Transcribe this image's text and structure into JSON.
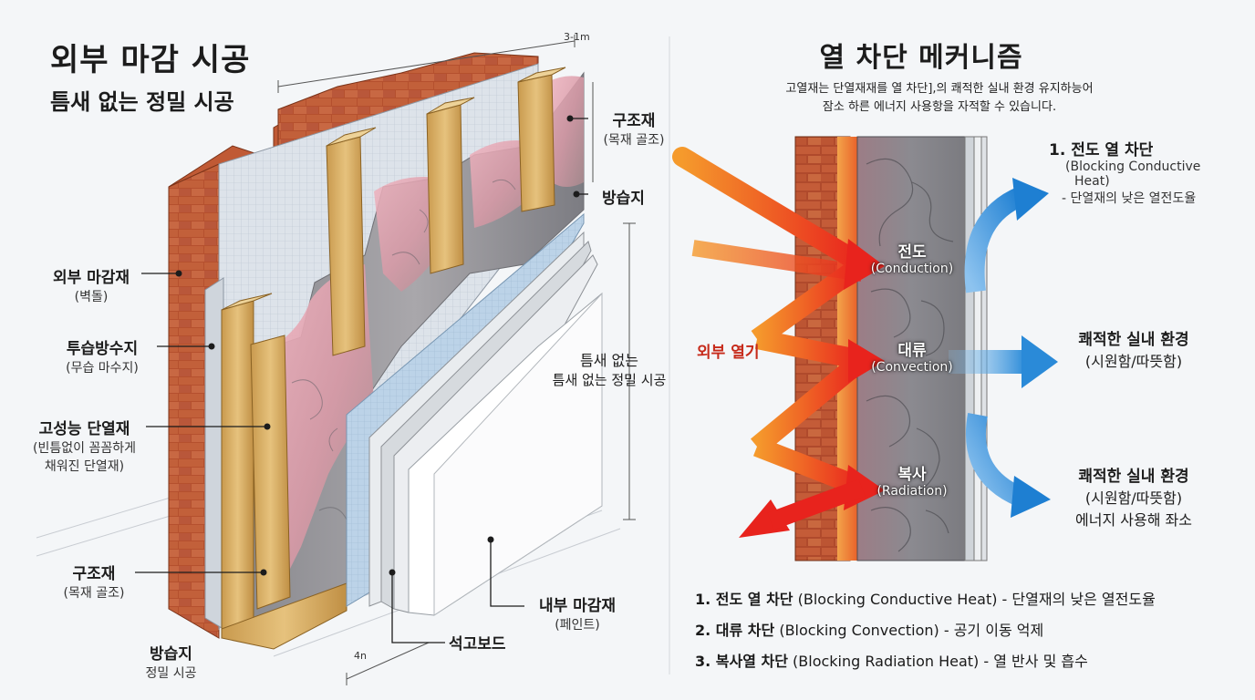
{
  "left": {
    "title": "외부 마감 시공",
    "subtitle": "틈새 없는 정밀 시공",
    "dimension_top": "3-1m",
    "dimension_bottom": "4n",
    "labels": {
      "structure_top": {
        "title": "구조재",
        "sub": "(목재 골조)"
      },
      "vapor_top": {
        "title": "방습지"
      },
      "exterior_finish": {
        "title": "외부 마감재",
        "sub": "(벽돌)"
      },
      "membrane": {
        "title": "투습방수지",
        "sub": "(무습 마수지)"
      },
      "insulation": {
        "title": "고성능 단열재",
        "sub1": "(빈틈없이 꼼꼼하게",
        "sub2": "채워진 단열재)"
      },
      "seamless": {
        "title": "틈새 없는",
        "sub": "틈새 없는 정밀 시공"
      },
      "structure_bottom": {
        "title": "구조재",
        "sub": "(목재 골조)"
      },
      "vapor_bottom": {
        "title": "방습지",
        "sub": "정밀 시공"
      },
      "gypsum": {
        "title": "석고보드"
      },
      "interior_finish": {
        "title": "내부 마감재",
        "sub": "(페인트)"
      }
    }
  },
  "right": {
    "title": "열 차단 메커니즘",
    "desc_line1": "고열재는 단열재재를 열 차단],의 쾌적한 실내 환경 유지하능어",
    "desc_line2": "잠소 하른 에너지 사용항을 자적할 수 있습니다.",
    "external_heat": "외부 열기",
    "mechanisms": [
      {
        "ko": "전도",
        "en": "(Conduction)"
      },
      {
        "ko": "대류",
        "en": "(Convection)"
      },
      {
        "ko": "복사",
        "en": "(Radiation)"
      }
    ],
    "callout1": {
      "title": "1. 전도 열 차단",
      "sub1": "(Blocking Conductive",
      "sub2": "Heat)",
      "sub3": "- 단열재의 낮은 열전도율"
    },
    "callout2": {
      "title": "쾌적한 실내 환경",
      "sub1": "(시원함/따뜻함)"
    },
    "callout3": {
      "title": "쾌적한 실내 환경",
      "sub1": "(시원함/따뜻함)",
      "sub2": "에너지 사용해 좌소"
    },
    "list": [
      {
        "head": "1. 전도 열 차단",
        "rest": " (Blocking Conductive Heat) - 단열재의 낮은 열전도율"
      },
      {
        "head": "2. 대류 차단",
        "rest": " (Blocking Convection) - 공기 이동 억제"
      },
      {
        "head": "3. 복사열 차단",
        "rest": " (Blocking Radiation Heat) - 열 반사 및 흡수"
      }
    ]
  },
  "colors": {
    "brick": "#b5502e",
    "insulation_pink": "#e8a0ad",
    "wood": "#d8b068",
    "heat_red": "#e8311e",
    "cool_blue": "#2a8ad8"
  }
}
